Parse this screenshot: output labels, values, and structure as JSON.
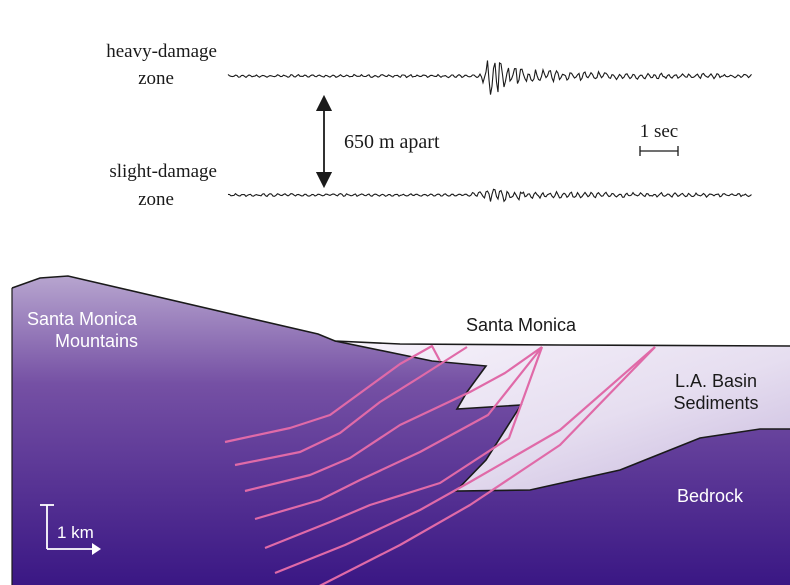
{
  "seismograms": {
    "heavy_label_line1": "heavy-damage",
    "heavy_label_line2": "zone",
    "slight_label_line1": "slight-damage",
    "slight_label_line2": "zone",
    "separation_label": "650 m apart",
    "time_scale_label": "1 sec"
  },
  "cross_section": {
    "mountains_line1": "Santa Monica",
    "mountains_line2": "Mountains",
    "city_label": "Santa Monica",
    "basin_line1": "L.A. Basin",
    "basin_line2": "Sediments",
    "bedrock_label": "Bedrock",
    "scale_label": "1 km"
  },
  "colors": {
    "bedrock_top": "#b7a5cf",
    "bedrock_mid": "#7550a4",
    "bedrock_bottom": "#3a1784",
    "sediment_light": "#f3eef8",
    "sediment_dark": "#c7b8dd",
    "ray": "#e06aa8",
    "ink": "#1a1a1a"
  }
}
